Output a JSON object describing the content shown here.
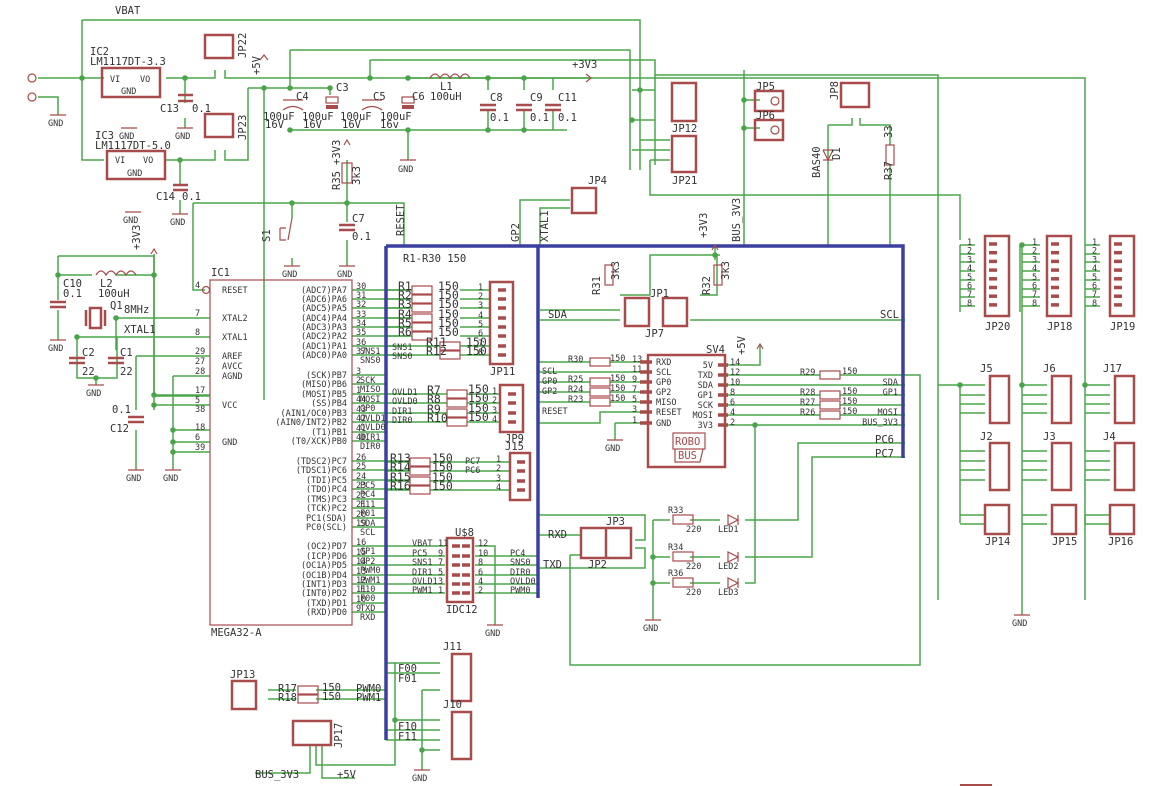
{
  "title": "RoboBus MEGA32 controller schematic",
  "colors": {
    "wire": "#4aa54a",
    "part": "#a84b4b",
    "bus": "#3a3fa0",
    "text": "#333333"
  },
  "nets": {
    "vbat": "VBAT",
    "p5v": "+5V",
    "p3v3": "+3V3",
    "gnd": "GND",
    "bus3v3": "BUS_3V3",
    "reset": "RESET",
    "gp2": "GP2",
    "xtal1": "XTAL1",
    "sda": "SDA",
    "scl": "SCL"
  },
  "power": {
    "ic2": {
      "ref": "IC2",
      "value": "LM1117DT-3.3",
      "vi": "VI",
      "vo": "VO",
      "gnd": "GND"
    },
    "ic3": {
      "ref": "IC3",
      "value": "LM1117DT-5.0",
      "vi": "VI",
      "vo": "VO",
      "gnd": "GND"
    },
    "c13": {
      "ref": "C13",
      "value": "0.1"
    },
    "c14": {
      "ref": "C14",
      "value": "0.1"
    },
    "c4": {
      "ref": "C4",
      "value": "100uF",
      "volt": "16V"
    },
    "c3": {
      "ref": "C3",
      "value": "100uF",
      "volt": "16V"
    },
    "c5": {
      "ref": "C5",
      "value": "100uF",
      "volt": "16V"
    },
    "c6": {
      "ref": "C6",
      "value": "100uF",
      "volt": "16v"
    },
    "l1": {
      "ref": "L1",
      "value": "100uH"
    },
    "c8": {
      "ref": "C8",
      "value": "0.1"
    },
    "c9": {
      "ref": "C9",
      "value": "0.1"
    },
    "c11": {
      "ref": "C11",
      "value": "0.1"
    },
    "jp22": "JP22",
    "jp23": "JP23",
    "r35": {
      "ref": "R35",
      "value": "3k3"
    },
    "c7": {
      "ref": "C7",
      "value": "0.1"
    },
    "s1": "S1"
  },
  "mcu": {
    "ref": "IC1",
    "value": "MEGA32-A",
    "left_pins": [
      {
        "n": "4",
        "name": "RESET"
      },
      {
        "n": "7",
        "name": "XTAL2"
      },
      {
        "n": "8",
        "name": "XTAL1"
      },
      {
        "n": "29",
        "name": "AREF"
      },
      {
        "n": "27",
        "name": "AVCC"
      },
      {
        "n": "28",
        "name": "AGND"
      },
      {
        "n": "17",
        "name": ""
      },
      {
        "n": "5",
        "name": "VCC"
      },
      {
        "n": "38",
        "name": ""
      },
      {
        "n": "18",
        "name": ""
      },
      {
        "n": "6",
        "name": "GND"
      },
      {
        "n": "39",
        "name": ""
      }
    ],
    "right_pins": [
      {
        "n": "30",
        "name": "(ADC7)PA7",
        "net": ""
      },
      {
        "n": "31",
        "name": "(ADC6)PA6",
        "net": ""
      },
      {
        "n": "32",
        "name": "(ADC5)PA5",
        "net": ""
      },
      {
        "n": "33",
        "name": "(ADC4)PA4",
        "net": ""
      },
      {
        "n": "34",
        "name": "(ADC3)PA3",
        "net": ""
      },
      {
        "n": "35",
        "name": "(ADC2)PA2",
        "net": ""
      },
      {
        "n": "36",
        "name": "(ADC1)PA1",
        "net": "SNS1"
      },
      {
        "n": "37",
        "name": "(ADC0)PA0",
        "net": "SNS0"
      },
      {
        "n": "3",
        "name": "(SCK)PB7",
        "net": "SCK"
      },
      {
        "n": "2",
        "name": "(MISO)PB6",
        "net": "MISO"
      },
      {
        "n": "1",
        "name": "(MOSI)PB5",
        "net": "MOSI"
      },
      {
        "n": "44",
        "name": "(SS)PB4",
        "net": "GP0"
      },
      {
        "n": "43",
        "name": "(AIN1/OC0)PB3",
        "net": "OVLD1"
      },
      {
        "n": "42",
        "name": "(AIN0/INT2)PB2",
        "net": "OVLD0"
      },
      {
        "n": "41",
        "name": "(T1)PB1",
        "net": "DIR1"
      },
      {
        "n": "40",
        "name": "(T0/XCK)PB0",
        "net": "DIR0"
      },
      {
        "n": "26",
        "name": "(TDSC2)PC7",
        "net": ""
      },
      {
        "n": "25",
        "name": "(TDSC1)PC6",
        "net": ""
      },
      {
        "n": "24",
        "name": "(TDI)PC5",
        "net": "PC5"
      },
      {
        "n": "23",
        "name": "(TDO)PC4",
        "net": "PC4"
      },
      {
        "n": "22",
        "name": "(TMS)PC3",
        "net": "F11"
      },
      {
        "n": "21",
        "name": "(TCK)PC2",
        "net": "F01"
      },
      {
        "n": "20",
        "name": "PC1(SDA)",
        "net": "SDA"
      },
      {
        "n": "19",
        "name": "PC0(SCL)",
        "net": "SCL"
      },
      {
        "n": "16",
        "name": "(OC2)PD7",
        "net": "GP1"
      },
      {
        "n": "15",
        "name": "(ICP)PD6",
        "net": "GP2"
      },
      {
        "n": "14",
        "name": "(OC1A)PD5",
        "net": "PWM0"
      },
      {
        "n": "13",
        "name": "(OC1B)PD4",
        "net": "PWM1"
      },
      {
        "n": "12",
        "name": "(INT1)PD3",
        "net": "F10"
      },
      {
        "n": "11",
        "name": "(INT0)PD2",
        "net": "F00"
      },
      {
        "n": "10",
        "name": "(TXD)PD1",
        "net": "TXD"
      },
      {
        "n": "9",
        "name": "(RXD)PD0",
        "net": "RXD"
      }
    ]
  },
  "clock": {
    "l2": {
      "ref": "L2",
      "value": "100uH"
    },
    "c10": {
      "ref": "C10",
      "value": "0.1"
    },
    "q1": {
      "ref": "Q1",
      "value": "8MHz"
    },
    "c1": {
      "ref": "C1",
      "value": "22"
    },
    "c2": {
      "ref": "C2",
      "value": "22"
    },
    "c12": {
      "ref": "C12",
      "value": "0.1"
    }
  },
  "resistor_note": "R1-R30 150",
  "jp11": {
    "ref": "JP11",
    "rows": [
      {
        "r": "R1",
        "v": "150",
        "pin": "1",
        "net": ""
      },
      {
        "r": "R2",
        "v": "150",
        "pin": "2",
        "net": ""
      },
      {
        "r": "R3",
        "v": "150",
        "pin": "3",
        "net": ""
      },
      {
        "r": "R4",
        "v": "150",
        "pin": "4",
        "net": ""
      },
      {
        "r": "R5",
        "v": "150",
        "pin": "5",
        "net": ""
      },
      {
        "r": "R6",
        "v": "150",
        "pin": "6",
        "net": ""
      },
      {
        "r": "R11",
        "v": "150",
        "pin": "7",
        "net": "SNS1"
      },
      {
        "r": "R12",
        "v": "150",
        "pin": "8",
        "net": "SNS0"
      }
    ]
  },
  "jp9": {
    "ref": "JP9",
    "rows": [
      {
        "r": "R7",
        "v": "150",
        "pin": "1",
        "net": "OVLD1"
      },
      {
        "r": "R8",
        "v": "150",
        "pin": "2",
        "net": "OVLD0"
      },
      {
        "r": "R9",
        "v": "150",
        "pin": "3",
        "net": "DIR1"
      },
      {
        "r": "R10",
        "v": "150",
        "pin": "4",
        "net": "DIR0"
      }
    ]
  },
  "j15": {
    "ref": "J15",
    "rows": [
      {
        "r": "R13",
        "v": "150",
        "pin": "1",
        "net": "PC7"
      },
      {
        "r": "R14",
        "v": "150",
        "pin": "2",
        "net": "PC6"
      },
      {
        "r": "R15",
        "v": "150",
        "pin": "3",
        "net": ""
      },
      {
        "r": "R16",
        "v": "150",
        "pin": "4",
        "net": ""
      }
    ]
  },
  "idc": {
    "ref": "U$8",
    "value": "IDC12",
    "left": [
      {
        "net": "VBAT",
        "n": "11"
      },
      {
        "net": "PC5",
        "n": "9"
      },
      {
        "net": "SNS1",
        "n": "7"
      },
      {
        "net": "DIR1",
        "n": "5"
      },
      {
        "net": "OVLD1",
        "n": "3"
      },
      {
        "net": "PWM1",
        "n": "1"
      }
    ],
    "right": [
      {
        "n": "12",
        "net": ""
      },
      {
        "n": "10",
        "net": "PC4"
      },
      {
        "n": "8",
        "net": "SNS0"
      },
      {
        "n": "6",
        "net": "DIR0"
      },
      {
        "n": "4",
        "net": "OVLD0"
      },
      {
        "n": "2",
        "net": "PWM0"
      }
    ]
  },
  "robobus": {
    "ref": "SV4",
    "logo1": "ROBO",
    "logo2": "BUS",
    "left": [
      {
        "n": "13",
        "name": "RXD",
        "r": "R30",
        "v": "150",
        "net": ""
      },
      {
        "n": "11",
        "name": "SCL",
        "r": "",
        "v": "",
        "net": "SCL"
      },
      {
        "n": "9",
        "name": "GP0",
        "r": "R25",
        "v": "150",
        "net": "GP0"
      },
      {
        "n": "7",
        "name": "GP2",
        "r": "R24",
        "v": "150",
        "net": "GP2"
      },
      {
        "n": "5",
        "name": "MISO",
        "r": "R23",
        "v": "150",
        "net": ""
      },
      {
        "n": "3",
        "name": "RESET",
        "r": "",
        "v": "",
        "net": "RESET"
      },
      {
        "n": "1",
        "name": "GND",
        "r": "",
        "v": "",
        "net": ""
      }
    ],
    "right": [
      {
        "n": "14",
        "name": "5V",
        "r": "",
        "v": "",
        "net": ""
      },
      {
        "n": "12",
        "name": "TXD",
        "r": "R29",
        "v": "150",
        "net": ""
      },
      {
        "n": "10",
        "name": "SDA",
        "r": "",
        "v": "",
        "net": "SDA"
      },
      {
        "n": "8",
        "name": "GP1",
        "r": "R28",
        "v": "150",
        "net": "GP1"
      },
      {
        "n": "6",
        "name": "SCK",
        "r": "R27",
        "v": "150",
        "net": ""
      },
      {
        "n": "4",
        "name": "MOSI",
        "r": "R26",
        "v": "150",
        "net": "MOSI"
      },
      {
        "n": "2",
        "name": "3V3",
        "r": "",
        "v": "",
        "net": "BUS_3V3"
      }
    ]
  },
  "i2c": {
    "r31": {
      "ref": "R31",
      "value": "3k3"
    },
    "r32": {
      "ref": "R32",
      "value": "3k3"
    },
    "jp1": "JP1",
    "jp7": "JP7"
  },
  "serial": {
    "jp3": "JP3",
    "jp2": "JP2",
    "rxd": "RXD",
    "txd": "TXD"
  },
  "leds": [
    {
      "r": "R33",
      "v": "220",
      "led": "LED1"
    },
    {
      "r": "R34",
      "v": "220",
      "led": "LED2"
    },
    {
      "r": "R36",
      "v": "220",
      "led": "LED3"
    }
  ],
  "pc6": "PC6",
  "pc7": "PC7",
  "top_conn": {
    "jp4": "JP4",
    "jp5": "JP5",
    "jp6": "JP6",
    "jp8": "JP8",
    "jp12": "JP12",
    "jp21": "JP21",
    "d1": {
      "ref": "D1",
      "value": "BAS40"
    },
    "r37": {
      "ref": "R37",
      "value": "33"
    }
  },
  "right_headers": {
    "jp20": "JP20",
    "jp18": "JP18",
    "jp19": "JP19",
    "j5": "J5",
    "j6": "J6",
    "j17": "J17",
    "j2": "J2",
    "j3": "J3",
    "j4": "J4",
    "jp14": "JP14",
    "jp15": "JP15",
    "jp16": "JP16"
  },
  "bottom": {
    "jp13": "JP13",
    "r17": {
      "ref": "R17",
      "value": "150",
      "net": "PWM0"
    },
    "r18": {
      "ref": "R18",
      "value": "150",
      "net": "PWM1"
    },
    "jp17": "JP17",
    "j11": {
      "ref": "J11",
      "nets": [
        "",
        "F00",
        "F01",
        ""
      ]
    },
    "j10": {
      "ref": "J10",
      "nets": [
        "",
        "F10",
        "F11",
        ""
      ]
    }
  }
}
